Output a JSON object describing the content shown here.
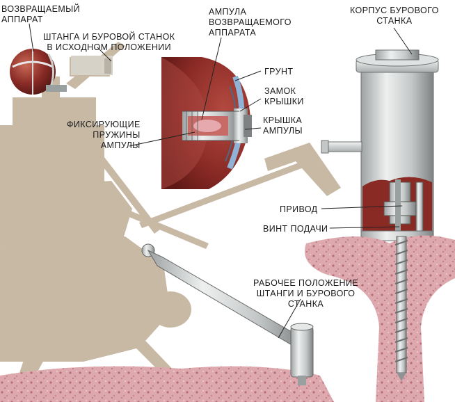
{
  "labels": {
    "return_vehicle": [
      "ВОЗВРАЩАЕМЫЙ",
      "АППАРАТ"
    ],
    "rod_initial": [
      "ШТАНГА И БУРОВОЙ СТАНОК",
      "В ИСХОДНОМ ПОЛОЖЕНИИ"
    ],
    "ampoule": [
      "АМПУЛА",
      "ВОЗВРАЩАЕМОГО",
      "АППАРАТА"
    ],
    "drill_housing": [
      "КОРПУС БУРОВОГО",
      "СТАНКА"
    ],
    "soil": "ГРУНТ",
    "lid_lock": [
      "ЗАМОК",
      "КРЫШКИ"
    ],
    "ampoule_lid": [
      "КРЫШКА",
      "АМПУЛЫ"
    ],
    "fixing_springs": [
      "ФИКСИРУЮЩИЕ",
      "ПРУЖИНЫ",
      "АМПУЛЫ"
    ],
    "drive": "ПРИВОД",
    "feed_screw": "ВИНТ ПОДАЧИ",
    "rod_working": [
      "РАБОЧЕЕ ПОЛОЖЕНИЕ",
      "ШТАНГИ И БУРОВОГО",
      "СТАНКА"
    ]
  },
  "colors": {
    "silhouette": "#c8b9a5",
    "soil_pink": "#d9a3a8",
    "soil_speckle": "#b7707a",
    "sphere_red": "#8e2a27",
    "metal_light": "#e2e4e4",
    "metal_dark": "#8f9393",
    "blue_ring": "#8fb3d6"
  }
}
